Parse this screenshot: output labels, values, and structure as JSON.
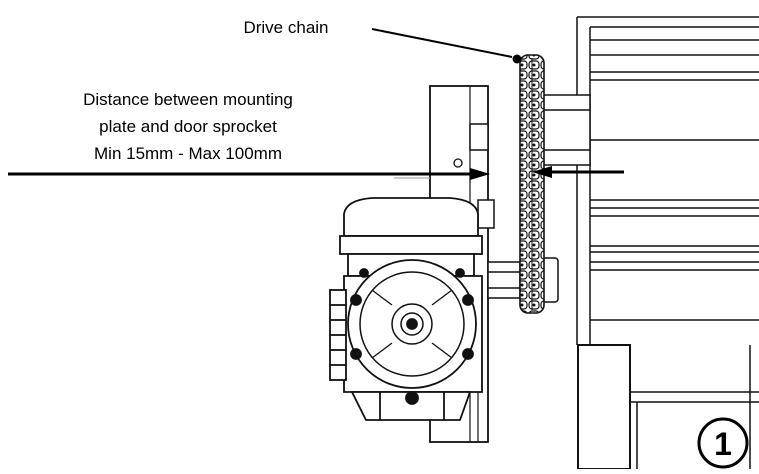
{
  "labels": {
    "drive_chain": "Drive chain",
    "distance_line1": "Distance between mounting",
    "distance_line2": "plate and door sprocket",
    "distance_line3": "Min 15mm - Max 100mm",
    "figure_number": "1"
  }
}
